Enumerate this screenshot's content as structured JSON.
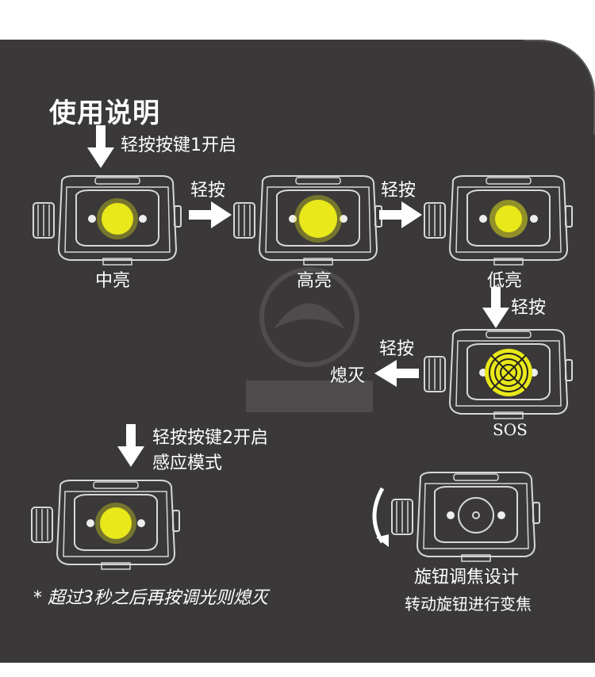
{
  "title": "使用说明",
  "steps": {
    "press_key1": "轻按按键1开启",
    "tap": "轻按",
    "mode_medium": "中亮",
    "mode_high": "高亮",
    "mode_low": "低亮",
    "mode_sos": "SOS",
    "mode_off": "熄灭",
    "press_key2_line1": "轻按按键2开启",
    "press_key2_line2": "感应模式"
  },
  "zoom": {
    "title": "旋钮调焦设计",
    "subtitle": "转动旋钮进行变焦"
  },
  "note": "* 超过3秒之后再按调光则熄灭",
  "colors": {
    "background": "#3a3839",
    "text": "#ffffff",
    "beam": "#e8e81a",
    "device_outline": "#d8d8d8"
  }
}
